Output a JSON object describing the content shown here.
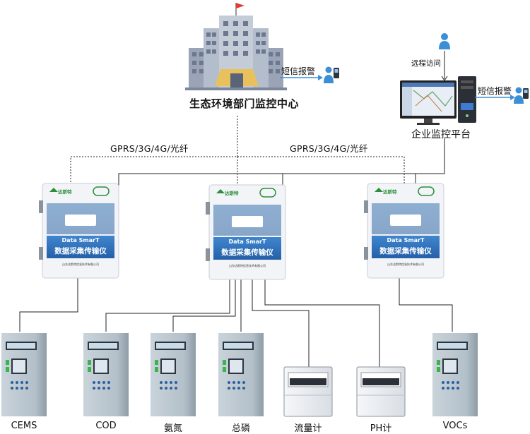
{
  "center": {
    "label": "生态环境部门监控中心",
    "sms": "短信报警"
  },
  "enterprise": {
    "label": "企业监控平台",
    "sms": "短信报警",
    "remote": "远程访问"
  },
  "links": {
    "left": "GPRS/3G/4G/光纤",
    "right": "GPRS/3G/4G/光纤"
  },
  "transmitter": {
    "brand": "达斯特",
    "title_en": "Data SmarT",
    "title_cn": "数据采集传输仪",
    "company": "山东达斯特信息技术有限公司"
  },
  "devices": {
    "cems": "CEMS",
    "cod": "COD",
    "ammonia": "氨氮",
    "phosphorus": "总磷",
    "flow": "流量计",
    "ph": "PH计",
    "vocs": "VOCs"
  },
  "colors": {
    "accent": "#2d6fb8",
    "line": "#222222",
    "cabinet": "#b7c3cc",
    "green": "#2a8f3a"
  }
}
